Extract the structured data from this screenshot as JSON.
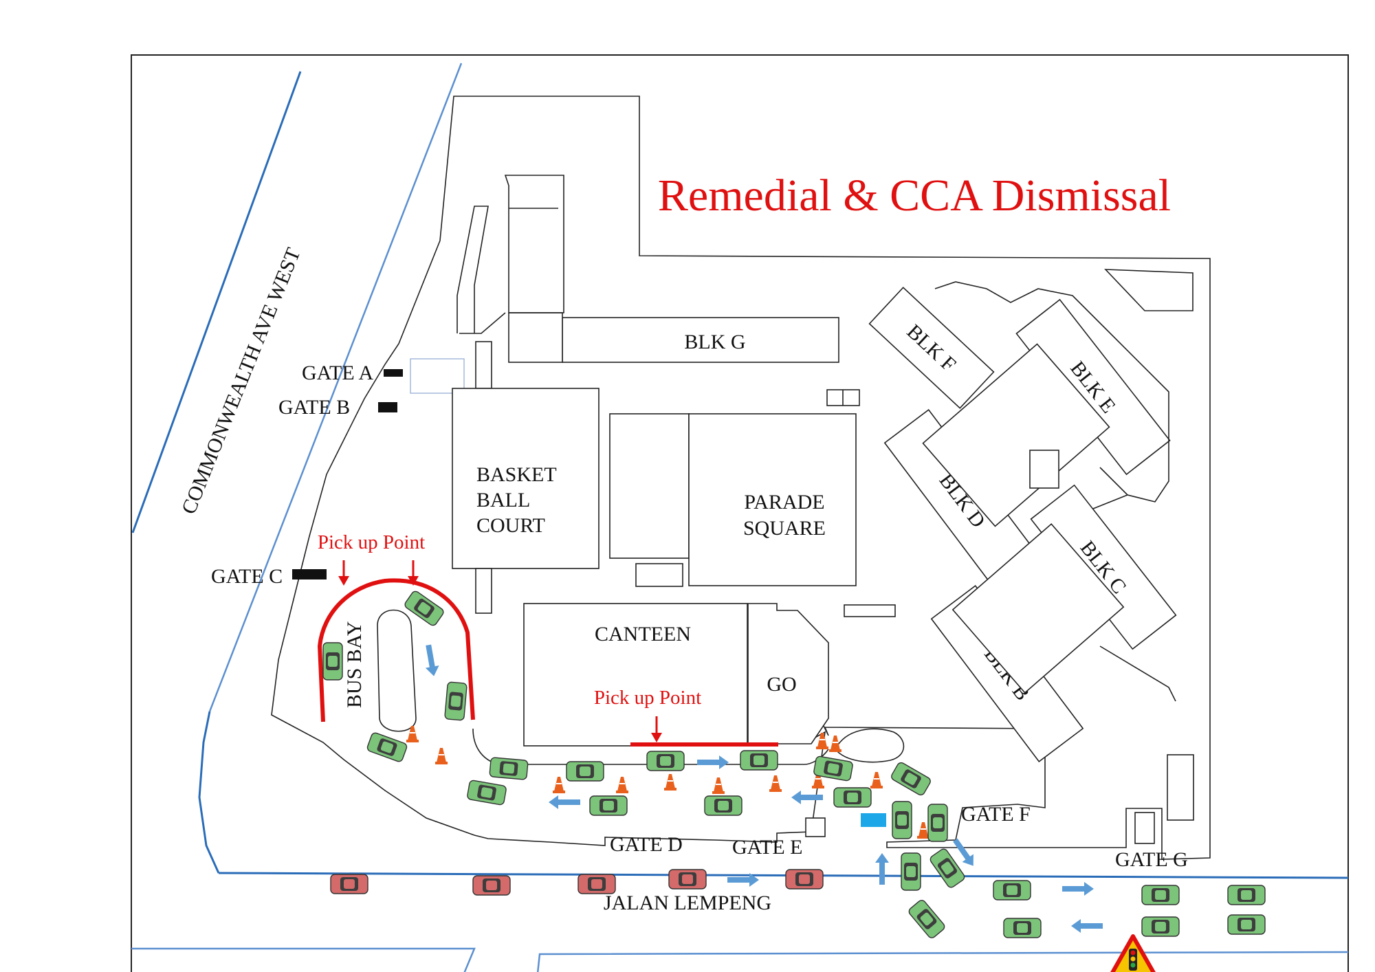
{
  "title": "Remedial & CCA Dismissal",
  "roads": {
    "west": "COMMONWEALTH  AVE WEST",
    "south": "JALAN LEMPENG"
  },
  "gates": {
    "a": "GATE A",
    "b": "GATE B",
    "c": "GATE C",
    "d": "GATE D",
    "e": "GATE E",
    "f": "GATE F",
    "g": "GATE G"
  },
  "buildings": {
    "blk_g": "BLK G",
    "blk_f": "BLK F",
    "blk_e": "BLK E",
    "blk_d": "BLK D",
    "blk_c": "BLK C",
    "blk_b": "BLK B",
    "basketball": [
      "BASKET",
      "BALL",
      "COURT"
    ],
    "parade": [
      "PARADE",
      "SQUARE"
    ],
    "canteen": "CANTEEN",
    "go": "GO",
    "bus_bay": "BUS BAY"
  },
  "pickup_points": {
    "bus_bay": "Pick up Point",
    "canteen": "Pick up Point"
  },
  "colors": {
    "pickup": "#e01010",
    "road_line": "#5b8fd0",
    "arrow": "#5b9bd5",
    "car_waiting": "#7cc47a",
    "car_road": "#d46a6a",
    "cone": "#e8601c",
    "kiosk": "#1ea7e8"
  },
  "icons": {
    "car": "car-icon",
    "cone": "traffic-cone-icon",
    "arrow": "flow-arrow-icon",
    "signal": "traffic-light-sign-icon"
  }
}
